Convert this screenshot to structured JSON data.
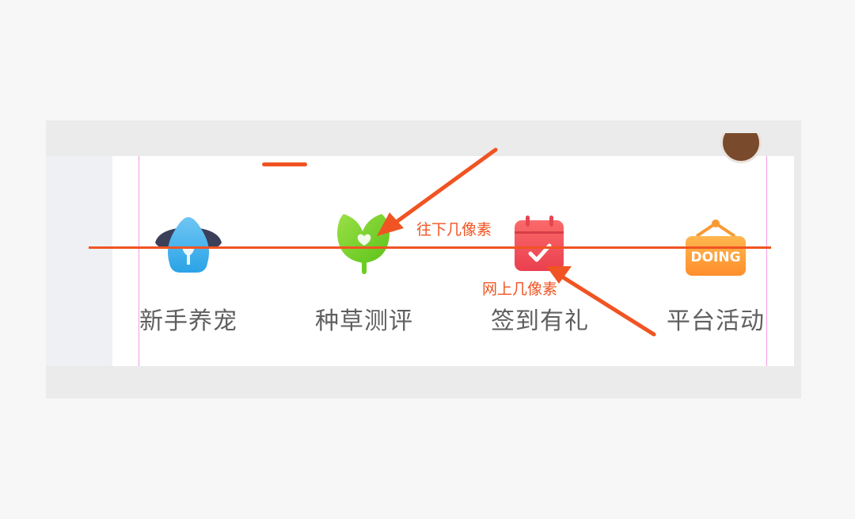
{
  "nav": {
    "items": [
      {
        "label": "新手养宠",
        "icon": "pet-house-icon"
      },
      {
        "label": "种草测评",
        "icon": "sprout-heart-icon"
      },
      {
        "label": "签到有礼",
        "icon": "calendar-check-icon"
      },
      {
        "label": "平台活动",
        "icon": "doing-sign-icon"
      }
    ]
  },
  "doing_sign_text": "DOING",
  "annotations": {
    "down_text": "往下几像素",
    "up_text": "网上几像素"
  },
  "colors": {
    "accent": "#f05422",
    "guide": "#f39ce0",
    "label": "#5f5f5f"
  }
}
